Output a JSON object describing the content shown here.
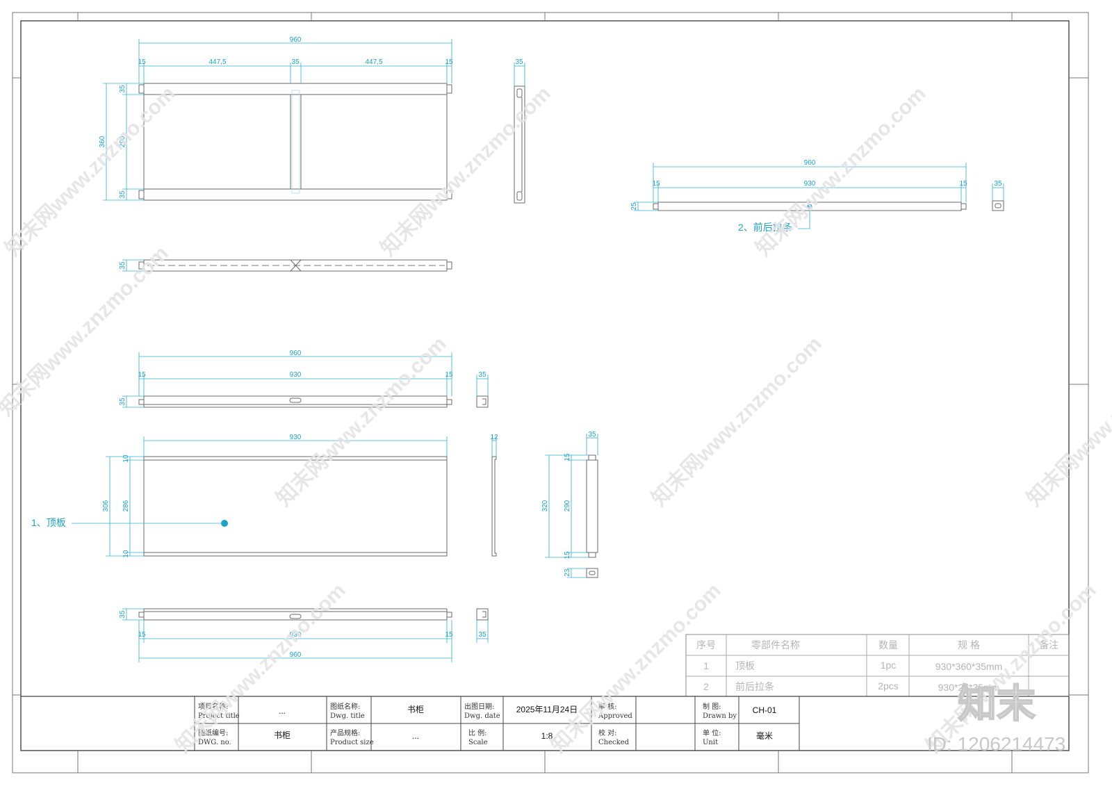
{
  "colors": {
    "dimension": "#2bb0d6",
    "outline": "#6a6a6a",
    "frame": "#555555"
  },
  "dims": {
    "d960": "960",
    "d447": "447,5",
    "d35": "35",
    "d15": "15",
    "d360": "360",
    "d290": "290",
    "d930": "930",
    "d25": "25",
    "d306": "306",
    "d286": "286",
    "d10": "10",
    "d12": "12",
    "d320": "320",
    "d23": "23"
  },
  "callouts": {
    "top_board": "1、顶板",
    "rail": "2、前后拉条"
  },
  "bom": {
    "headers": [
      "序号",
      "零部件名称",
      "数量",
      "规 格",
      "备注"
    ],
    "rows": [
      [
        "1",
        "顶板",
        "1pc",
        "930*360*35mm",
        ""
      ],
      [
        "2",
        "前后拉条",
        "2pcs",
        "930*25*35mm",
        ""
      ]
    ]
  },
  "title_block": {
    "project_label_cn": "项目名称:",
    "project_label_en": "Project title",
    "project_value": "...",
    "dwg_title_label_cn": "图纸名称:",
    "dwg_title_label_en": "Dwg. title",
    "dwg_title_value": "书柜",
    "date_label_cn": "出图日期:",
    "date_label_en": "Dwg. date",
    "date_value": "2025年11月24日",
    "approved_label_cn": "审 核:",
    "approved_label_en": "Approved",
    "approved_value": "",
    "drawn_label_cn": "制 图:",
    "drawn_label_en": "Drawn by",
    "drawn_value": "CH-01",
    "dwgno_label_cn": "图纸编号:",
    "dwgno_label_en": "DWG. no.",
    "dwgno_value": "书柜",
    "size_label_cn": "产品规格:",
    "size_label_en": "Product size",
    "size_value": "...",
    "scale_label_cn": "比 例:",
    "scale_label_en": "Scale",
    "scale_value": "1:8",
    "checked_label_cn": "校 对:",
    "checked_label_en": "Checked",
    "checked_value": "",
    "unit_label_cn": "单 位:",
    "unit_label_en": "Unit",
    "unit_value": "毫米"
  },
  "watermark": {
    "text": "知末网www.znzmo.com",
    "logo": "知末",
    "id": "ID: 1206214473"
  }
}
